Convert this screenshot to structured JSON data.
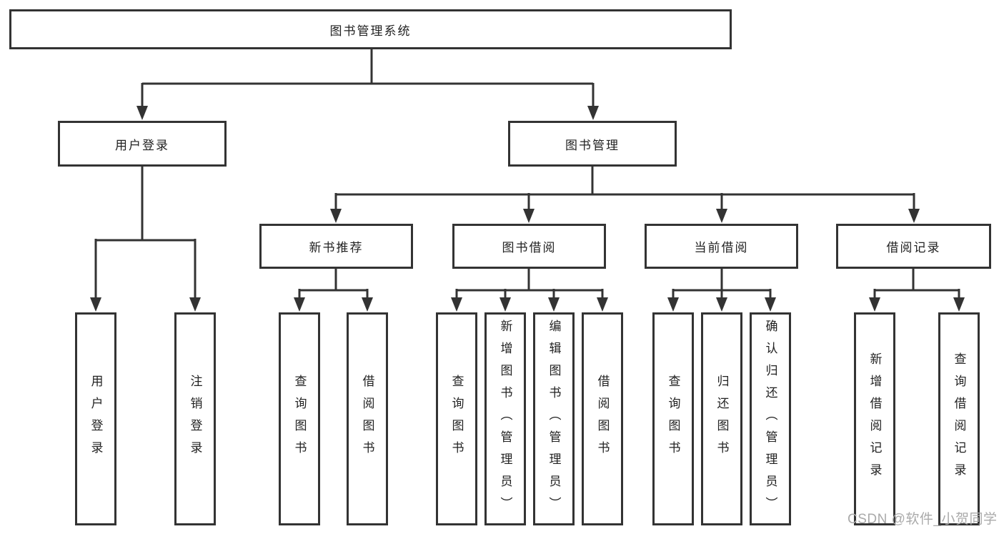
{
  "palette": {
    "line": "#333333",
    "box_border": "#333333",
    "box_fill": "#ffffff",
    "text": "#222222",
    "watermark": "#aaaaaa",
    "background": "#ffffff"
  },
  "watermark": "CSDN @软件_小贺同学",
  "nodes": {
    "root": {
      "label": "图书管理系统"
    },
    "login": {
      "label": "用户登录",
      "children": [
        {
          "label": "用户登录"
        },
        {
          "label": "注销登录"
        }
      ]
    },
    "management": {
      "label": "图书管理",
      "sections": [
        {
          "label": "新书推荐",
          "children": [
            {
              "label": "查询图书"
            },
            {
              "label": "借阅图书"
            }
          ]
        },
        {
          "label": "图书借阅",
          "children": [
            {
              "label": "查询图书"
            },
            {
              "label": "新增图书（管理员）"
            },
            {
              "label": "编辑图书（管理员）"
            },
            {
              "label": "借阅图书"
            }
          ]
        },
        {
          "label": "当前借阅",
          "children": [
            {
              "label": "查询图书"
            },
            {
              "label": "归还图书"
            },
            {
              "label": "确认归还（管理员）"
            }
          ]
        },
        {
          "label": "借阅记录",
          "children": [
            {
              "label": "新增借阅记录"
            },
            {
              "label": "查询借阅记录"
            }
          ]
        }
      ]
    }
  }
}
